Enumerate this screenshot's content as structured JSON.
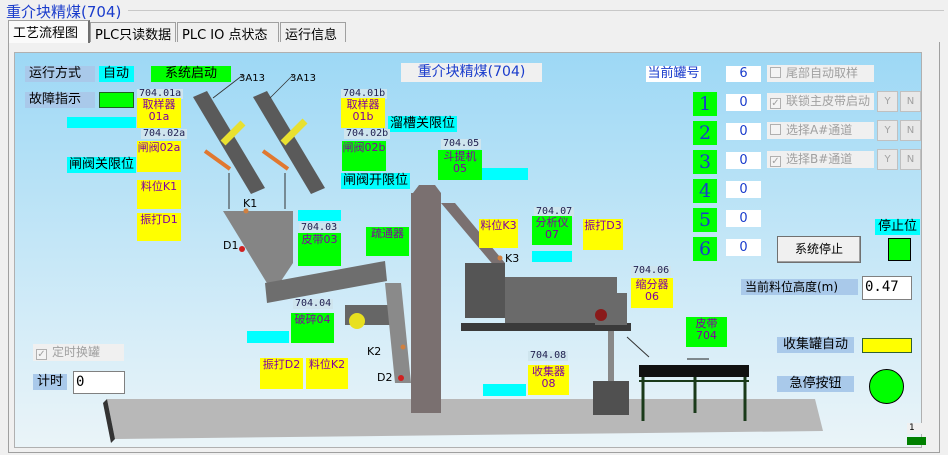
{
  "window": {
    "title": "重介块精煤(704)"
  },
  "tabs": [
    {
      "label": "工艺流程图"
    },
    {
      "label": "PLC只读数据"
    },
    {
      "label": "PLC IO 点状态"
    },
    {
      "label": "运行信息"
    }
  ],
  "diagram": {
    "title": "重介块精煤(704)",
    "run_mode_label": "运行方式",
    "run_mode_value": "自动",
    "system_start": "系统启动",
    "fault_label": "故障指示",
    "equip_labels": [
      "3A13",
      "3A13",
      "K1",
      "D1",
      "K2",
      "D2",
      "K3"
    ],
    "units": [
      {
        "tag": "704.01a",
        "name": "取样器",
        "sub": "01a"
      },
      {
        "tag": "704.02a",
        "name": "闸阀02a",
        "sub": ""
      },
      {
        "tag": "",
        "name": "料位K1",
        "sub": ""
      },
      {
        "tag": "",
        "name": "振打D1",
        "sub": ""
      },
      {
        "tag": "704.01b",
        "name": "取样器",
        "sub": "01b"
      },
      {
        "tag": "704.02b",
        "name": "闸阀02b",
        "sub": ""
      },
      {
        "tag": "704.05",
        "name": "斗提机",
        "sub": "05"
      },
      {
        "tag": "704.03",
        "name": "皮带03",
        "sub": ""
      },
      {
        "tag": "",
        "name": "疏通器",
        "sub": ""
      },
      {
        "tag": "",
        "name": "料位K3",
        "sub": ""
      },
      {
        "tag": "704.07",
        "name": "分析仪",
        "sub": "07"
      },
      {
        "tag": "",
        "name": "振打D3",
        "sub": ""
      },
      {
        "tag": "704.06",
        "name": "缩分器",
        "sub": "06"
      },
      {
        "tag": "704.04",
        "name": "破碎04",
        "sub": ""
      },
      {
        "tag": "",
        "name": "振打D2",
        "sub": ""
      },
      {
        "tag": "",
        "name": "料位K2",
        "sub": ""
      },
      {
        "tag": "704.08",
        "name": "收集器",
        "sub": "08"
      },
      {
        "tag": "",
        "name": "皮带",
        "sub": "704"
      }
    ],
    "limits": {
      "gate_closed": "闸阀关限位",
      "chute_closed": "溜槽关限位",
      "gate_open": "闸阀开限位"
    }
  },
  "right": {
    "current_tank_label": "当前罐号",
    "current_tank_value": "6",
    "tanks": [
      {
        "n": "1",
        "v": "0"
      },
      {
        "n": "2",
        "v": "0"
      },
      {
        "n": "3",
        "v": "0"
      },
      {
        "n": "4",
        "v": "0"
      },
      {
        "n": "5",
        "v": "0"
      },
      {
        "n": "6",
        "v": "0"
      }
    ],
    "checks": [
      {
        "label": "尾部自动取样",
        "checked": false
      },
      {
        "label": "联锁主皮带启动",
        "checked": true
      },
      {
        "label": "选择A#通道",
        "checked": false
      },
      {
        "label": "选择B#通道",
        "checked": true
      }
    ],
    "yes": "Y",
    "no": "N",
    "stop_button": "系统停止",
    "stop_pos_label": "停止位",
    "level_label": "当前料位高度(m)",
    "level_value": "0.47",
    "collect_auto_label": "收集罐自动",
    "estop_label": "急停按钮"
  },
  "left": {
    "timed_switch": "定时换罐",
    "timer_label": "计时",
    "timer_value": "0"
  },
  "corner": {
    "value": "1"
  },
  "colors": {
    "green": "#00ff00",
    "yellow": "#ffff00",
    "cyan": "#00ffff",
    "text_blue": "#1a3ccc"
  }
}
